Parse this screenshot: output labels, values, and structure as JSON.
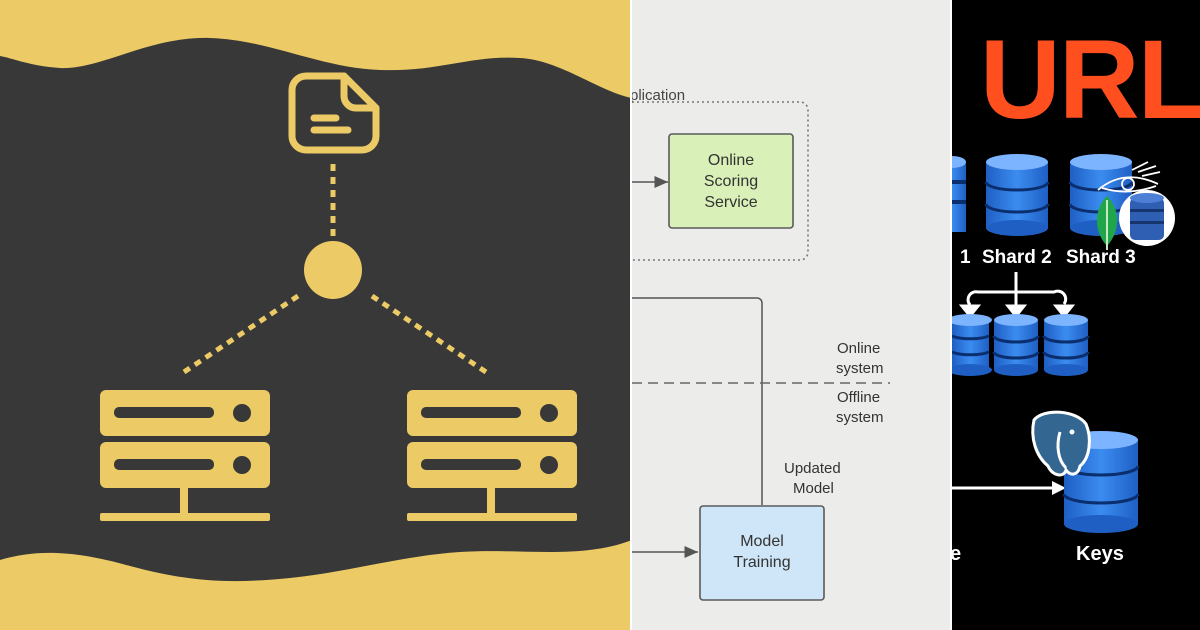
{
  "panels": {
    "left": {
      "icons": [
        "document-icon",
        "hub-node-icon",
        "server-rack-icon",
        "server-rack-icon"
      ],
      "colors": {
        "background": "#383838",
        "accent": "#ecca66"
      }
    },
    "middle": {
      "application_label": "plication",
      "online_scoring_service": [
        "Online",
        "Scoring",
        "Service"
      ],
      "online_system": [
        "Online",
        "system"
      ],
      "offline_system": [
        "Offline",
        "system"
      ],
      "updated_model": [
        "Updated",
        "Model"
      ],
      "model_training": [
        "Model",
        "Training"
      ],
      "colors": {
        "green_box": "#d9f0b8",
        "green_border": "#5a5a5a",
        "blue_box": "#cfe6f8"
      }
    },
    "right": {
      "title": "URL",
      "shards": [
        "1",
        "Shard 2",
        "Shard 3"
      ],
      "keys_label": "Keys",
      "partial_label": "e",
      "icons": [
        "database-icon",
        "mongodb-leaf-icon",
        "cassandra-eye-icon",
        "dynamodb-icon",
        "postgresql-elephant-icon"
      ],
      "colors": {
        "title": "#ff4f1f",
        "db_blue": "#2f7fe6"
      }
    }
  }
}
